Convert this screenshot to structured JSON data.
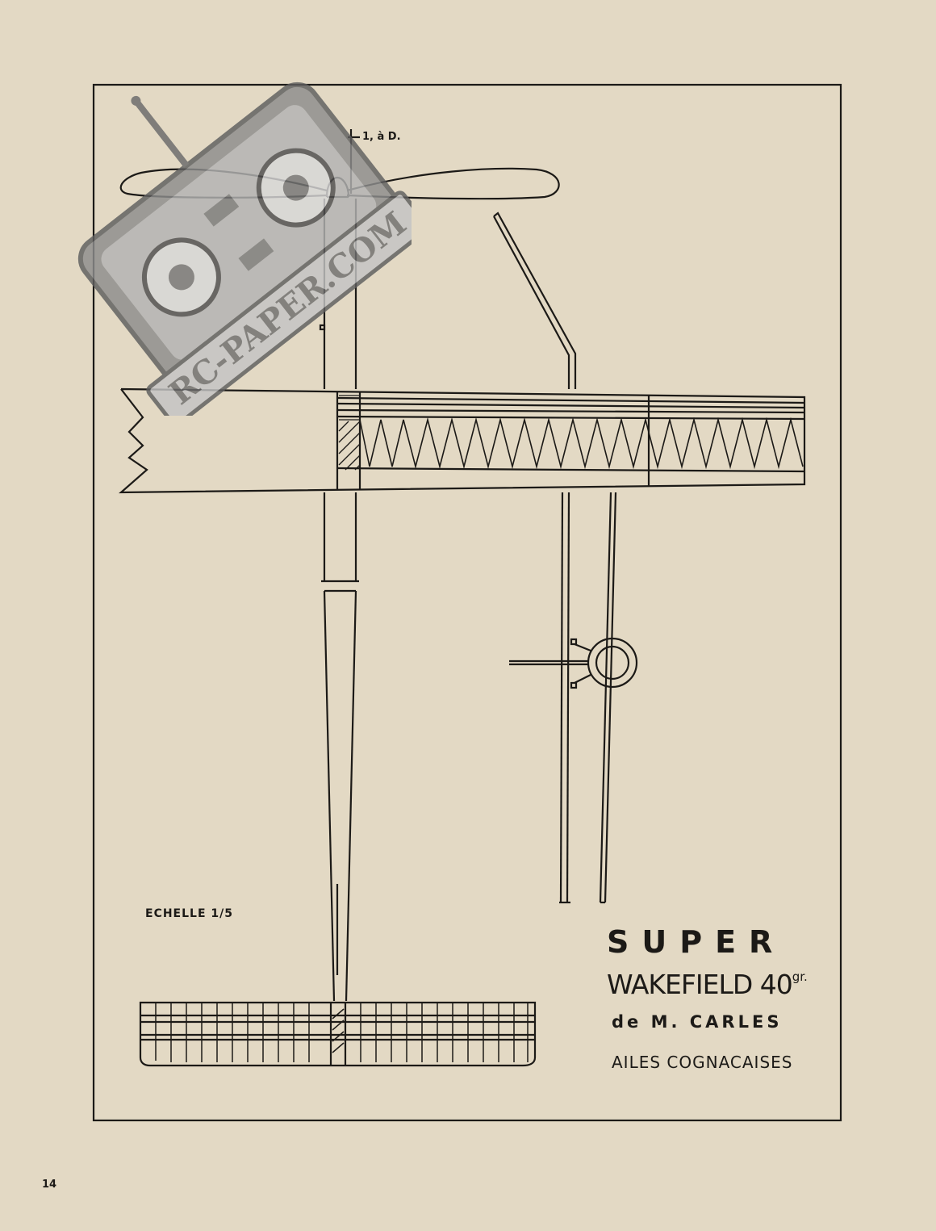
{
  "plan": {
    "title_line1": "SUPER",
    "title_model": "WAKEFIELD 40",
    "title_weight_unit": "gr.",
    "author": "de M. CARLES",
    "club": "AILES COGNACAISES",
    "scale": "ECHELLE 1/5",
    "propeller_note": "1, à D."
  },
  "page_number": "14",
  "watermark": {
    "text": "RC-PAPER.COM",
    "icon": "rc-transmitter-icon"
  },
  "colors": {
    "paper": "#e3d9c4",
    "ink": "#1c1a17",
    "watermark": "#6e6e6e"
  }
}
